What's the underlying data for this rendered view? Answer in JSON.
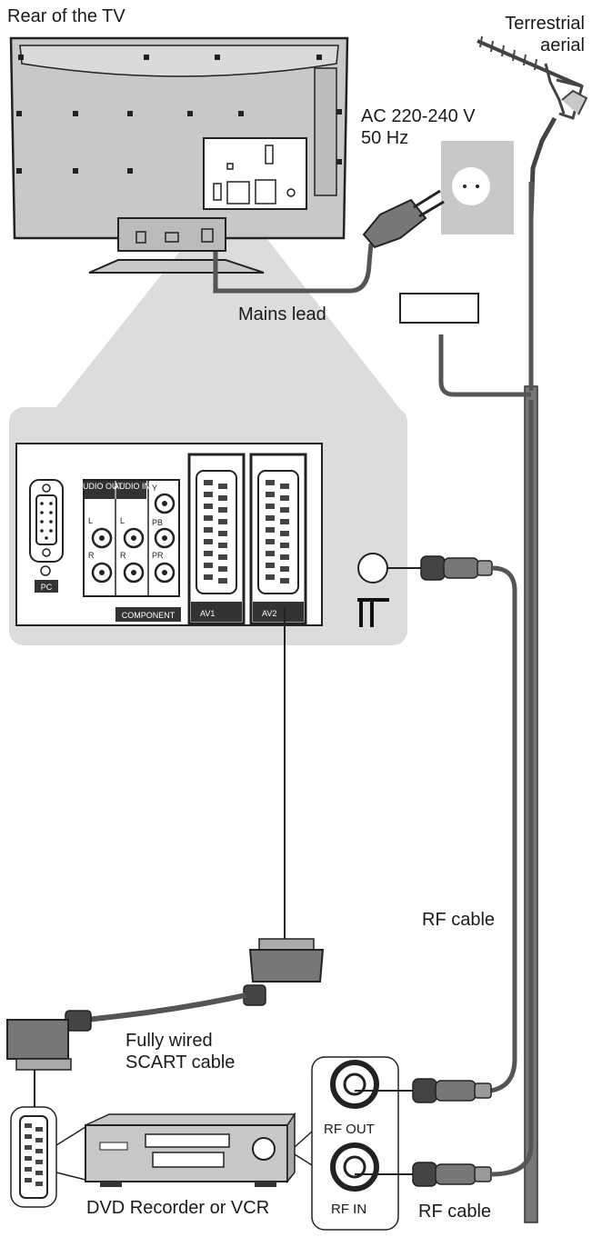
{
  "labels": {
    "rear_of_tv": "Rear of the TV",
    "aerial_line1": "Terrestrial",
    "aerial_line2": "aerial",
    "power_line1": "AC 220-240 V",
    "power_line2": "50 Hz",
    "mains_lead": "Mains lead",
    "rf_cable_top": "RF cable",
    "scart_line1": "Fully wired",
    "scart_line2": "SCART cable",
    "recorder": "DVD Recorder or VCR",
    "rf_out": "RF OUT",
    "rf_in": "RF IN",
    "rf_cable_bottom": "RF cable"
  },
  "panel": {
    "pc": "PC",
    "audio_out": "AUDIO OUT",
    "audio_in": "AUDIO IN",
    "component": "COMPONENT",
    "y": "Y",
    "pb": "PB",
    "pr": "PR",
    "l": "L",
    "r": "R",
    "av1": "AV1",
    "av2": "AV2"
  },
  "colors": {
    "cable": "#555555",
    "panel_bg": "#dcdcdc",
    "tv_body": "#c8c8c8",
    "dark_panel": "#333333",
    "line": "#222222"
  }
}
